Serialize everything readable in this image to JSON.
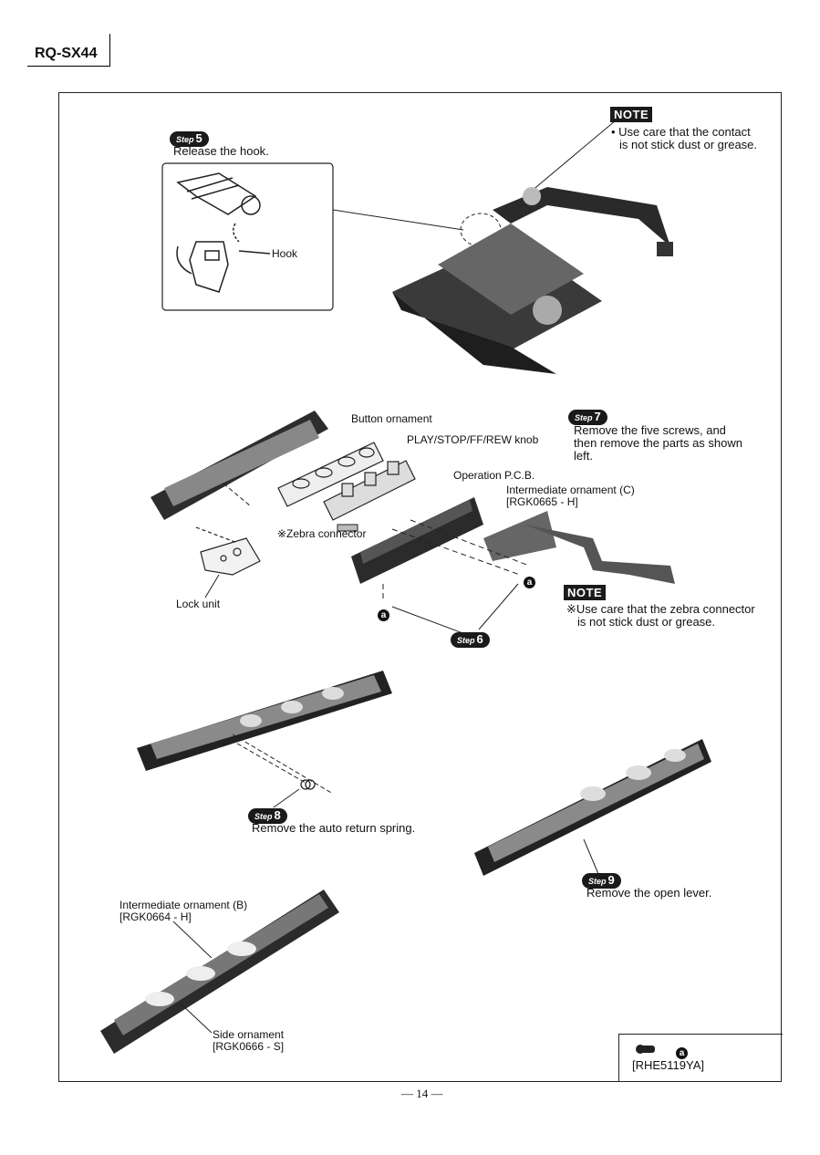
{
  "header": {
    "model": "RQ-SX44"
  },
  "step5": {
    "badge": "Step",
    "num": "5",
    "text": "Release the hook.",
    "hook_label": "Hook"
  },
  "note1": {
    "badge": "NOTE",
    "line1": "• Use care that the contact",
    "line2": "is not stick dust or grease."
  },
  "labels": {
    "button_ornament": "Button ornament",
    "knob": "PLAY/STOP/FF/REW knob",
    "operation_pcb": "Operation P.C.B.",
    "inter_c_1": "Intermediate ornament (C)",
    "inter_c_2": "[RGK0665 - H]",
    "zebra": "※Zebra connector",
    "lock_unit": "Lock unit",
    "inter_b_1": "Intermediate ornament (B)",
    "inter_b_2": "[RGK0664 - H]",
    "side_1": "Side ornament",
    "side_2": "[RGK0666 - S]"
  },
  "step7": {
    "badge": "Step",
    "num": "7",
    "line1": "Remove the five screws, and",
    "line2": "then remove the parts as shown",
    "line3": "left."
  },
  "note2": {
    "badge": "NOTE",
    "line1": "※Use care that the zebra connector",
    "line2": "is not stick dust or grease."
  },
  "step6": {
    "badge": "Step",
    "num": "6"
  },
  "step8": {
    "badge": "Step",
    "num": "8",
    "text": "Remove the auto return spring."
  },
  "step9": {
    "badge": "Step",
    "num": "9",
    "text": "Remove the open lever."
  },
  "screw_ref": {
    "mark": "a",
    "part": "[RHE5119YA]"
  },
  "footer": {
    "page": "— 14 —"
  }
}
